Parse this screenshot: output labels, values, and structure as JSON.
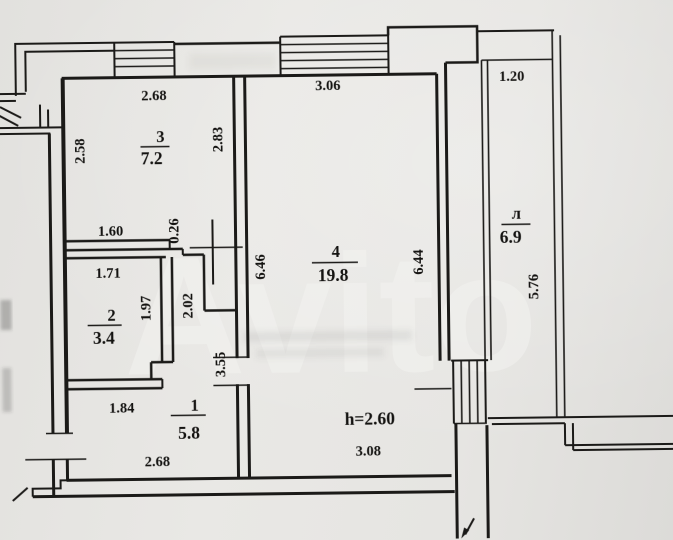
{
  "plan": {
    "watermark": "Avito",
    "colors": {
      "paper": "#e6e5e2",
      "ink": "#1b1a18"
    },
    "ceiling_height": "h=2.60",
    "rooms": {
      "r3": {
        "number": "3",
        "area": "7.2"
      },
      "r2": {
        "number": "2",
        "area": "3.4"
      },
      "r1": {
        "number": "1",
        "area": "5.8"
      },
      "r4": {
        "number": "4",
        "area": "19.8"
      },
      "balcony": {
        "number": "л",
        "area": "6.9"
      }
    },
    "labels": {
      "r3_top": "2.68",
      "r3_left": "2.58",
      "r3_right": "2.83",
      "niche_w": "1.60",
      "jog": "0.26",
      "r2_top": "1.71",
      "r2_right_in": "1.97",
      "r2_right_out": "2.02",
      "r2_bottom": "1.84",
      "r1_wall": "3.55",
      "r1_bottom": "2.68",
      "r4_top": "3.06",
      "r4_left": "6.46",
      "r4_right": "6.44",
      "r4_bottom": "3.08",
      "b_top": "1.20",
      "b_right": "5.76"
    }
  }
}
